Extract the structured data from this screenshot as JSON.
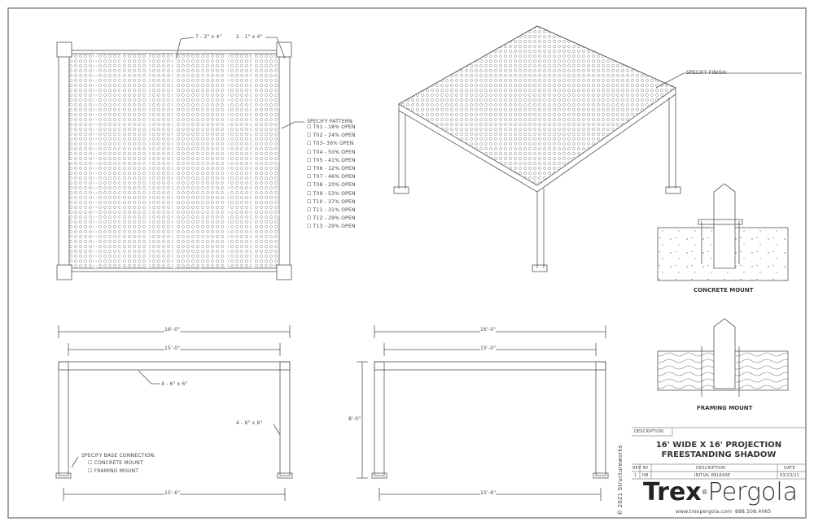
{
  "plan": {
    "callout_purlins": "7 - 2\" x 4\"",
    "callout_slats": "2 - 1\" x 4\"",
    "pattern_title": "SPECIFY PATTERN:",
    "patterns": [
      "☐ T01 - 18% OPEN",
      "☐ T02 - 24% OPEN",
      "☐ T03- 36% OPEN",
      "☐ T04 - 50% OPEN",
      "☐ T05 - 41% OPEN",
      "☐ T06 - 12% OPEN",
      "☐ T07 - 46% OPEN",
      "☐ T08 - 20% OPEN",
      "☐ T09 - 53% OPEN",
      "☐ T10 - 37% OPEN",
      "☐ T11 - 31% OPEN",
      "☐ T12 - 29% OPEN",
      "☐ T13 - 29% OPEN"
    ]
  },
  "iso": {
    "finish": "SPECIFY FINISH:"
  },
  "details": {
    "concrete": "CONCRETE MOUNT",
    "framing": "FRAMING MOUNT"
  },
  "front": {
    "overall": "16'-0\"",
    "inner": "15'-0\"",
    "beam": "4 - 6\" x 6\"",
    "post": "4 - 6\" x 6\"",
    "base": "15'-6\"",
    "base_title": "SPECIFY BASE CONNECTION:",
    "base_opts": [
      "☐ CONCRETE MOUNT",
      "☐ FRAMING MOUNT"
    ]
  },
  "side": {
    "overall": "16'-0\"",
    "inner": "15'-0\"",
    "height": "8'-0\"",
    "base": "15'-6\""
  },
  "title_block": {
    "description_label": "DESCRIPTION",
    "title1": "16' WIDE X 16' PROJECTION",
    "title2": "FREESTANDING SHADOW",
    "headers": [
      "REV",
      "BY",
      "DESCRIPTION",
      "DATE"
    ],
    "row": [
      "1",
      "HB",
      "INITIAL RELEASE",
      "03/23/21"
    ],
    "logo_trex": "Trex",
    "logo_pergola": "Pergola",
    "website": "www.trexpergola.com",
    "phone": "888.508.4065",
    "copyright": "© 2021 Structureworks"
  }
}
